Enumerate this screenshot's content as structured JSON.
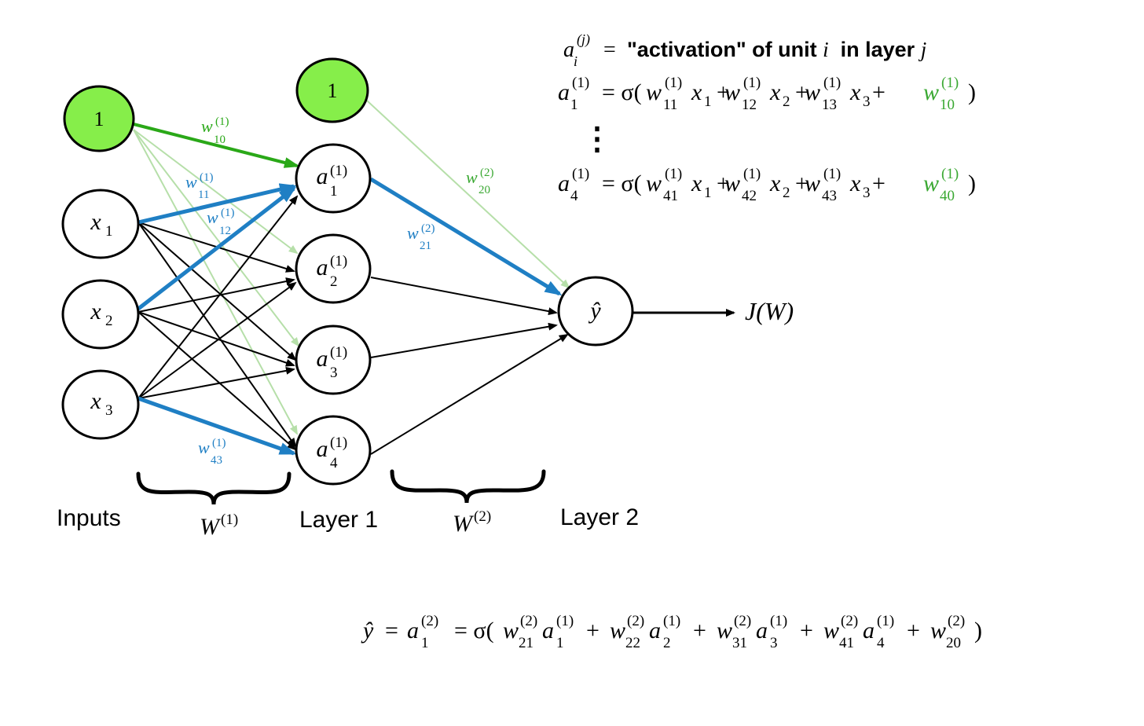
{
  "colors": {
    "green_fill": "#86ee4a",
    "green_edge": "#2aa818",
    "green_light": "#b6dfa9",
    "green_text": "#3aa832",
    "blue": "#1f7fc4",
    "black": "#000000"
  },
  "nodes": {
    "bias_in": "1",
    "x1": {
      "base": "x",
      "sub": "1"
    },
    "x2": {
      "base": "x",
      "sub": "2"
    },
    "x3": {
      "base": "x",
      "sub": "3"
    },
    "bias_h": "1",
    "a1": {
      "base": "a",
      "sup": "(1)",
      "sub": "1"
    },
    "a2": {
      "base": "a",
      "sup": "(1)",
      "sub": "2"
    },
    "a3": {
      "base": "a",
      "sup": "(1)",
      "sub": "3"
    },
    "a4": {
      "base": "a",
      "sup": "(1)",
      "sub": "4"
    },
    "yhat": "ŷ",
    "loss": "J(W)"
  },
  "weights": {
    "w10": {
      "base": "w",
      "sup": "(1)",
      "sub": "10"
    },
    "w11": {
      "base": "w",
      "sup": "(1)",
      "sub": "11"
    },
    "w12": {
      "base": "w",
      "sup": "(1)",
      "sub": "12"
    },
    "w43": {
      "base": "w",
      "sup": "(1)",
      "sub": "43"
    },
    "w20": {
      "base": "w",
      "sup": "(2)",
      "sub": "20"
    },
    "w21": {
      "base": "w",
      "sup": "(2)",
      "sub": "21"
    }
  },
  "labels": {
    "inputs": "Inputs",
    "layer1": "Layer 1",
    "layer2": "Layer 2",
    "W1": {
      "base": "W",
      "sup": "(1)"
    },
    "W2": {
      "base": "W",
      "sup": "(2)"
    }
  },
  "equations": {
    "def": {
      "lhs_base": "a",
      "lhs_sup": "(j)",
      "lhs_sub": "i",
      "eq": "=",
      "t1": "\"activation\" of unit ",
      "i": "i",
      "t2": "  in layer ",
      "j": "j"
    },
    "a1": {
      "text": "= σ(w",
      "sup": "(1)",
      "subs": [
        "11",
        "12",
        "13"
      ],
      "bias_sub": "10",
      "close": ")"
    },
    "dots": "⋮",
    "a4": {
      "subs": [
        "41",
        "42",
        "43"
      ],
      "bias_sub": "40"
    },
    "output": {
      "lhs": "ŷ",
      "sup": "(2)",
      "a_sup": "(1)",
      "w_subs": [
        "21",
        "22",
        "31",
        "41",
        "20"
      ],
      "a_subs": [
        "1",
        "2",
        "3",
        "4"
      ]
    }
  }
}
